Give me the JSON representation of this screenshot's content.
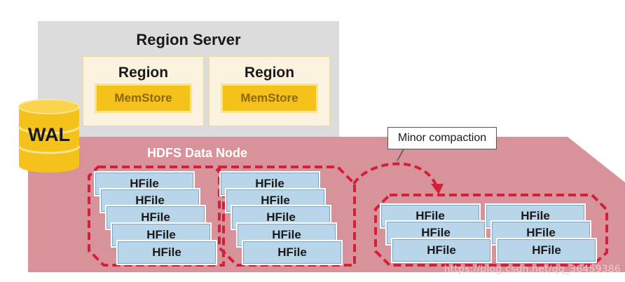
{
  "region_server": {
    "title": "Region Server",
    "regions": [
      {
        "title": "Region",
        "memstore": "MemStore"
      },
      {
        "title": "Region",
        "memstore": "MemStore"
      }
    ]
  },
  "wal": {
    "label": "WAL"
  },
  "hdfs": {
    "title": "HDFS Data Node",
    "hfile_label": "HFile"
  },
  "compaction": {
    "label": "Minor compaction"
  },
  "watermark": "https://blog.csdn.net/qq_36459386",
  "colors": {
    "region_server_bg": "#dcdcdc",
    "region_bg": "#fbf3df",
    "memstore": "#f5c11b",
    "wal": "#f5c11b",
    "hdfs": "#d8939a",
    "dashed_border": "#d21f3c",
    "hfile": "#b8d5e9"
  }
}
